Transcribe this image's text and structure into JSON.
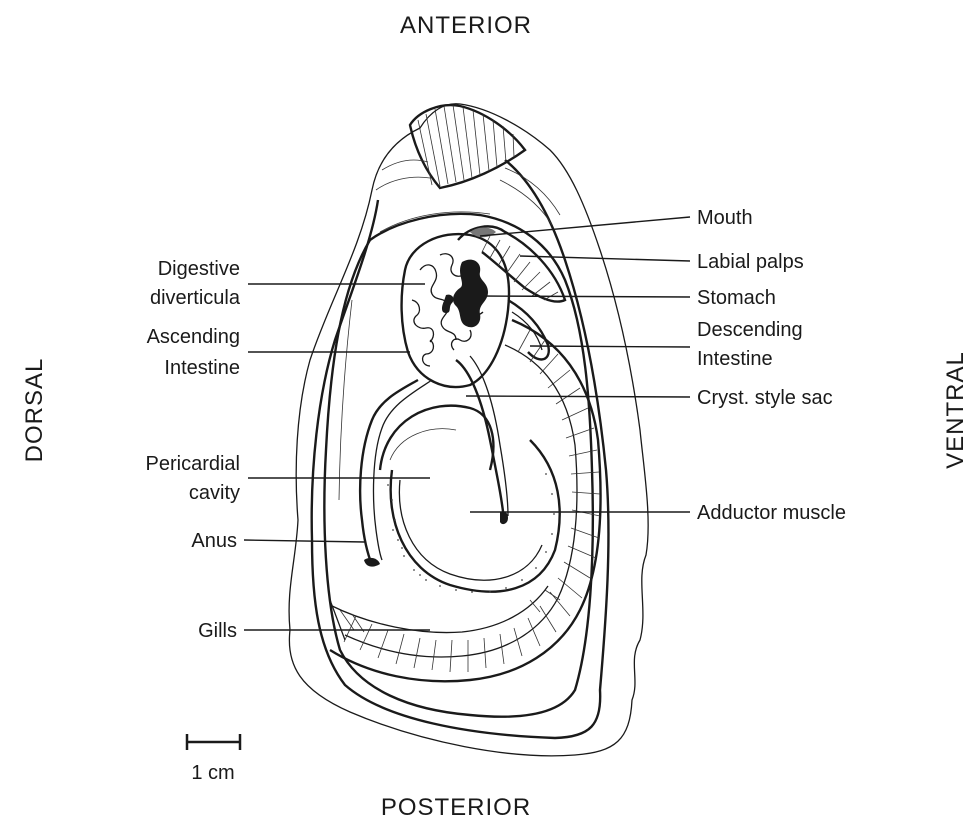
{
  "orientation": {
    "top": "ANTERIOR",
    "bottom": "POSTERIOR",
    "left": "DORSAL",
    "right": "VENTRAL"
  },
  "labels": {
    "mouth": "Mouth",
    "labial_palps": "Labial palps",
    "stomach": "Stomach",
    "descending_intestine": [
      "Descending",
      "Intestine"
    ],
    "cryst_style_sac": "Cryst. style sac",
    "adductor_muscle": "Adductor muscle",
    "digestive_diverticula": [
      "Digestive",
      "diverticula"
    ],
    "ascending_intestine": [
      "Ascending",
      "Intestine"
    ],
    "pericardial_cavity": [
      "Pericardial",
      "cavity"
    ],
    "anus": "Anus",
    "gills": "Gills"
  },
  "scale_bar": {
    "label": "1 cm"
  }
}
